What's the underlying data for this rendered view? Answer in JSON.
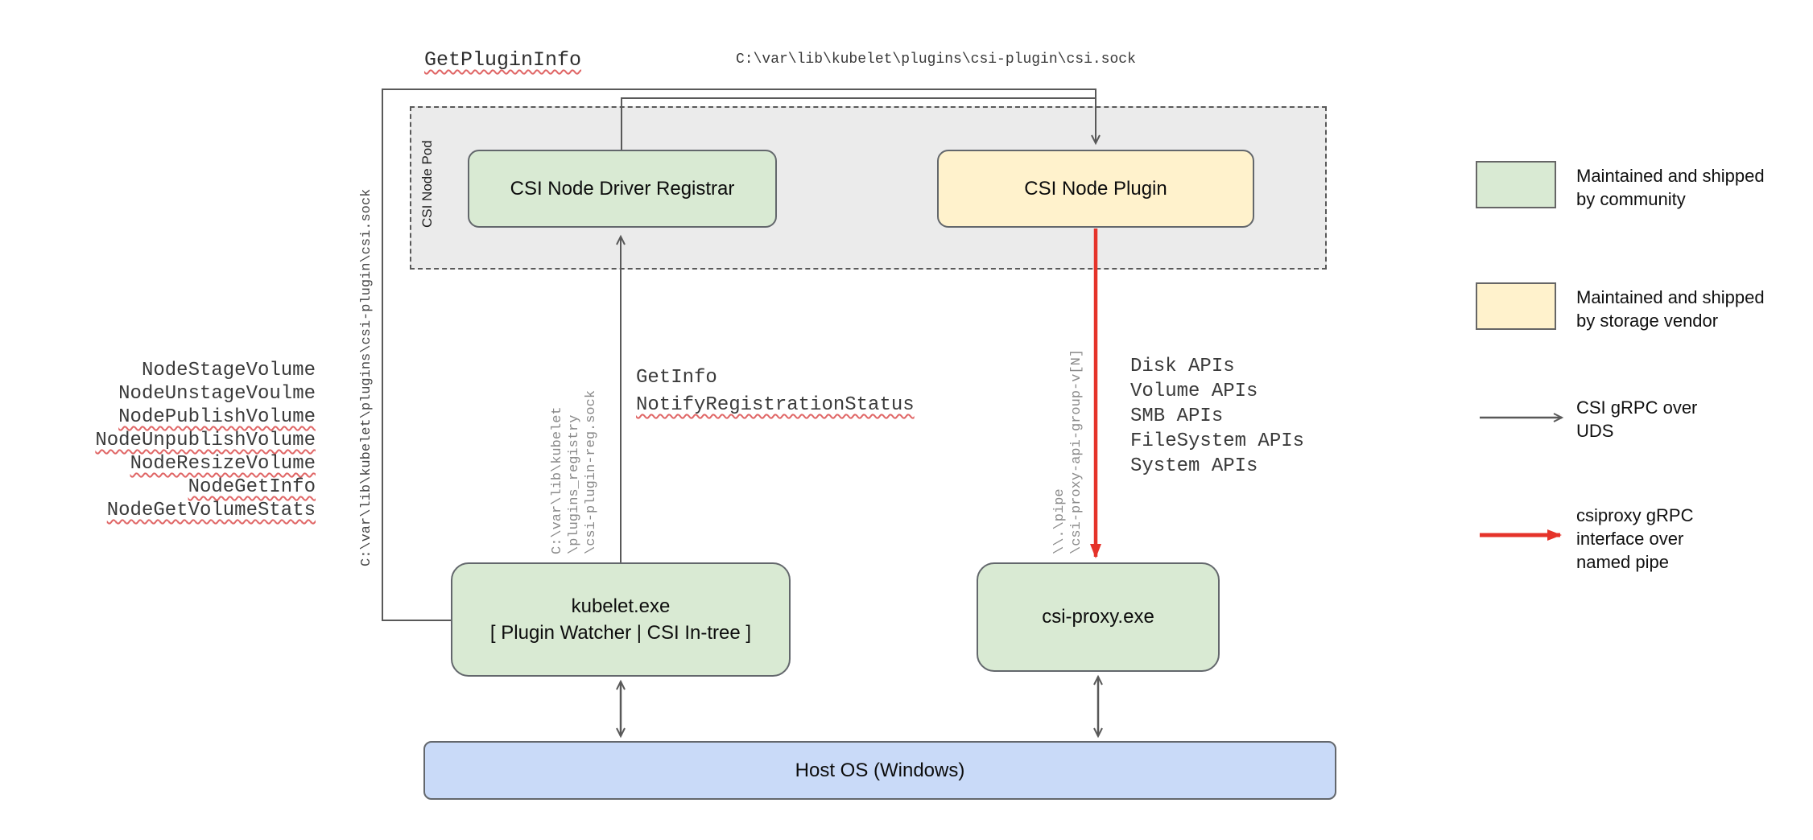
{
  "colors": {
    "community_green": "#d9ead3",
    "vendor_yellow": "#fff2cc",
    "host_blue": "#c9daf8",
    "pod_gray": "#ebebeb",
    "line_gray": "#595959",
    "pipe_red": "#e5332a",
    "squiggle_red": "#e06666"
  },
  "top": {
    "get_plugin_info": "GetPluginInfo",
    "csi_sock_path": "C:\\var\\lib\\kubelet\\plugins\\csi-plugin\\csi.sock"
  },
  "pod": {
    "label": "CSI Node Pod"
  },
  "nodes": {
    "registrar": "CSI Node Driver Registrar",
    "plugin": "CSI Node Plugin",
    "kubelet_title": "kubelet.exe",
    "kubelet_subtitle": "[ Plugin Watcher | CSI In-tree ]",
    "csi_proxy": "csi-proxy.exe",
    "host_os": "Host OS (Windows)"
  },
  "left_methods": [
    "NodeStageVolume",
    "NodeUnstageVoulme",
    "NodePublishVolume",
    "NodeUnpublishVolume",
    "NodeResizeVolume",
    "NodeGetInfo",
    "NodeGetVolumeStats"
  ],
  "left_path_vertical": "C:\\var\\lib\\kubelet\\plugins\\csi-plugin\\csi.sock",
  "registry_path_lines": [
    "C:\\var\\lib\\kubelet",
    "\\plugins_registry",
    "\\csi-plugin-reg.sock"
  ],
  "registration_calls": {
    "get_info": "GetInfo",
    "notify": "NotifyRegistrationStatus"
  },
  "pipe_path_lines": [
    "\\\\.\\pipe",
    "\\csi-proxy-api-group-v[N]"
  ],
  "proxy_apis": [
    "Disk APIs",
    "Volume APIs",
    "SMB APIs",
    "FileSystem APIs",
    "System APIs"
  ],
  "legend": {
    "community": [
      "Maintained and shipped",
      "by community"
    ],
    "vendor": [
      "Maintained and shipped",
      "by storage vendor"
    ],
    "uds": [
      "CSI gRPC over",
      "UDS"
    ],
    "pipe": [
      "csiproxy gRPC",
      "interface over",
      "named pipe"
    ]
  }
}
